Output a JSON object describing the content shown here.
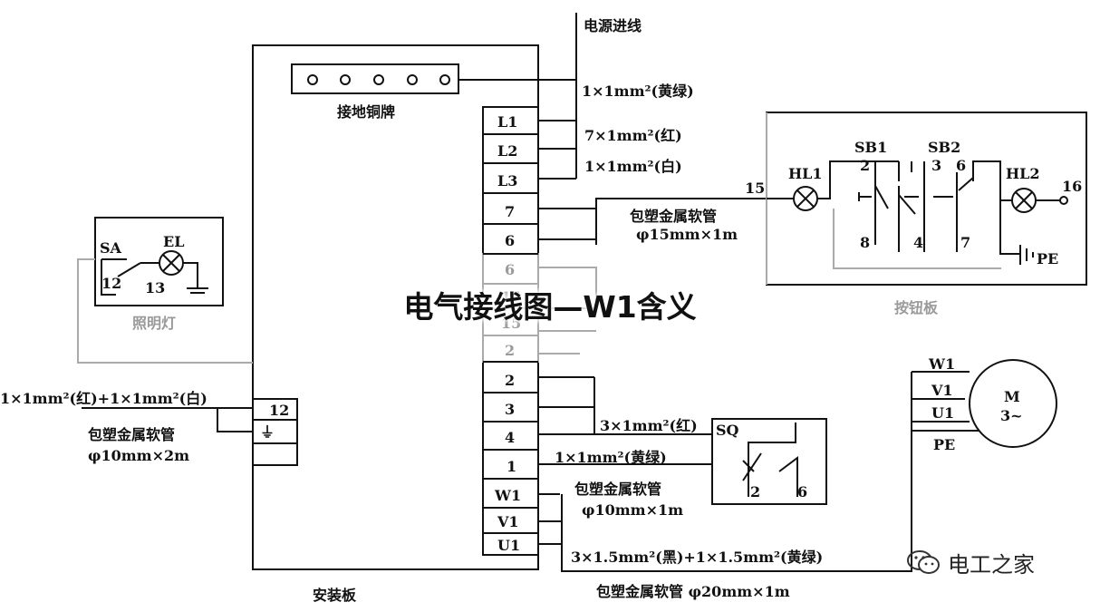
{
  "title": "电气接线图—W1含义",
  "watermark": "电工之家",
  "labels": {
    "power_in": "电源进线",
    "ground_bar": "接地铜牌",
    "install_board": "安装板",
    "button_board": "按钮板",
    "lighting": "照明灯",
    "wire_pe": "1×1mm²(黄绿)",
    "wire_red7": "7×1mm²(红)",
    "wire_white": "1×1mm²(白)",
    "conduit15_a": "包塑金属软管",
    "conduit15_b": "φ15mm×1m",
    "wire_light": "1×1mm²(红)+1×1mm²(白)",
    "conduit10_a": "包塑金属软管",
    "conduit10_b": "φ10mm×2m",
    "wire_sq_red": "3×1mm²(红)",
    "wire_sq_pe": "1×1mm²(黄绿)",
    "conduit10m_a": "包塑金属软管",
    "conduit10m_b": "φ10mm×1m",
    "wire_motor": "3×1.5mm²(黑)+1×1.5mm²(黄绿)",
    "conduit20": "包塑金属软管 φ20mm×1m"
  },
  "terminals": {
    "main": [
      "L1",
      "L2",
      "L3",
      "7",
      "6",
      "6",
      "15",
      "15",
      "2",
      "2",
      "3",
      "4",
      "1",
      "W1",
      "V1",
      "U1"
    ],
    "light_block": [
      "12",
      "⏚",
      ""
    ]
  },
  "components": {
    "hl1": "HL1",
    "hl2": "HL2",
    "sb1": "SB1",
    "sb2": "SB2",
    "sq": "SQ",
    "sa": "SA",
    "el": "EL",
    "motor": "M",
    "motor_sub": "3~",
    "pe": "PE",
    "motor_w1": "W1",
    "motor_v1": "V1",
    "motor_u1": "U1",
    "motor_pe": "PE"
  },
  "numbers": {
    "n15": "15",
    "n16": "16",
    "n2": "2",
    "n3": "3",
    "n6": "6",
    "n8": "8",
    "n4": "4",
    "n7": "7",
    "n12": "12",
    "n13": "13",
    "sq2": "2",
    "sq6": "6"
  }
}
